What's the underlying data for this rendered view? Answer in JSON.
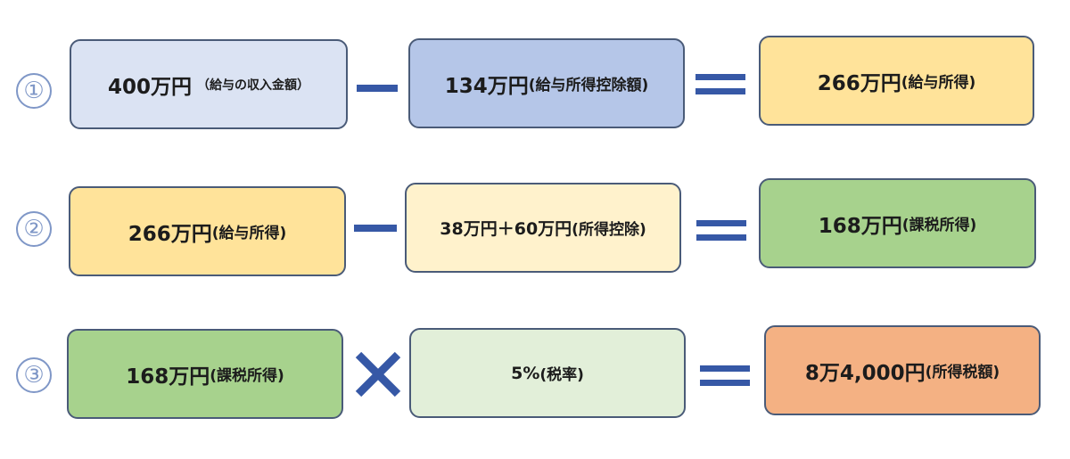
{
  "rows": [
    {
      "marker": "①",
      "box1": {
        "main": "400万円",
        "sub": "（給与の収入金額）"
      },
      "op": "minus",
      "box2": {
        "main": "134万円",
        "sub": "(給与所得控除額)"
      },
      "result": {
        "main": "266万円",
        "sub": "(給与所得)"
      }
    },
    {
      "marker": "②",
      "box1": {
        "main": "266万円",
        "sub": "(給与所得)"
      },
      "op": "minus",
      "box2": {
        "main": "38万円＋60万円",
        "sub": "(所得控除)"
      },
      "result": {
        "main": "168万円",
        "sub": "(課税所得)"
      }
    },
    {
      "marker": "③",
      "box1": {
        "main": "168万円",
        "sub": "(課税所得)"
      },
      "op": "times",
      "box2": {
        "main": "5%",
        "sub": "(税率)"
      },
      "result": {
        "main": "8万4,000円",
        "sub": "(所得税額)"
      }
    }
  ],
  "colors": {
    "operator": "#3658a6",
    "border": "#4a5b78",
    "marker": "#7f97c7"
  }
}
